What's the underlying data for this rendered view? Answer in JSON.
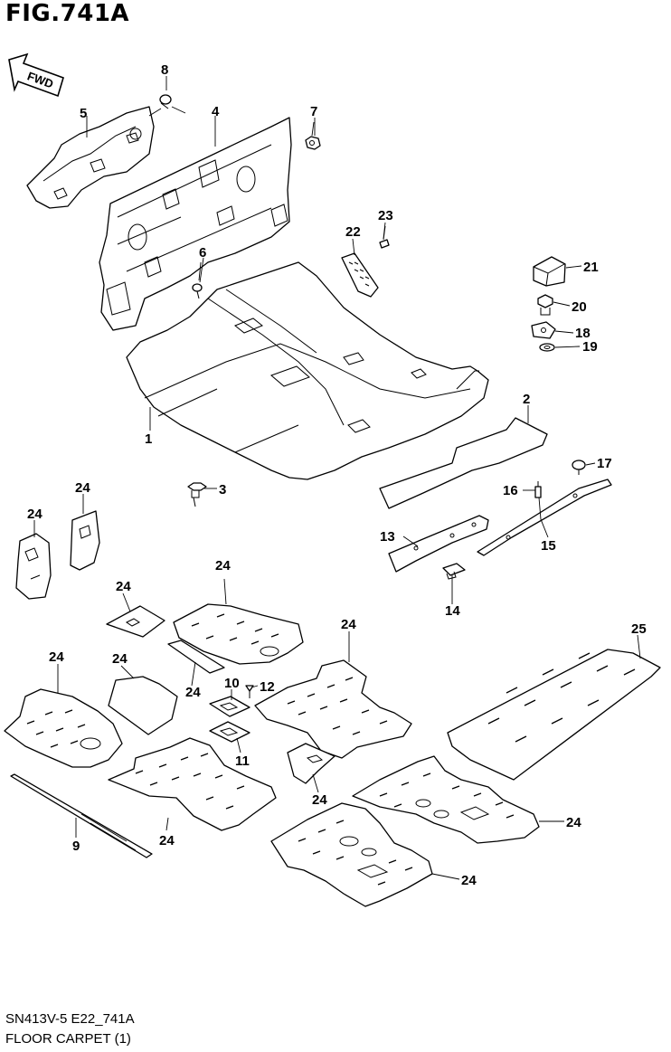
{
  "figure": {
    "title": "FIG.741A",
    "direction_label": "FWD",
    "code": "SN413V-5 E22_741A",
    "caption": "FLOOR CARPET (1)"
  },
  "callouts": {
    "c1": "1",
    "c2": "2",
    "c3": "3",
    "c4": "4",
    "c5": "5",
    "c6": "6",
    "c7": "7",
    "c8": "8",
    "c9": "9",
    "c10": "10",
    "c11": "11",
    "c12": "12",
    "c13": "13",
    "c14": "14",
    "c15": "15",
    "c16": "16",
    "c17": "17",
    "c18": "18",
    "c19": "19",
    "c20": "20",
    "c21": "21",
    "c22": "22",
    "c23": "23",
    "c24": "24",
    "c25": "25"
  }
}
